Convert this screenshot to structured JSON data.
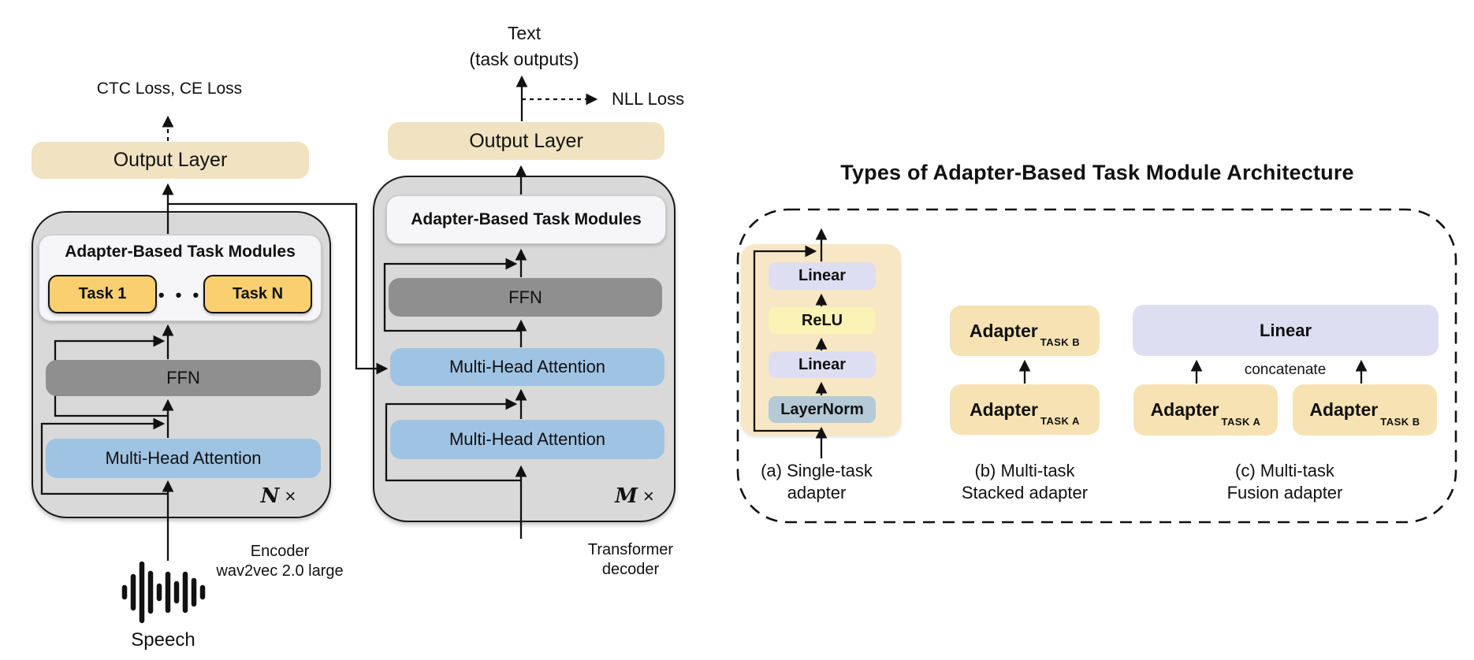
{
  "encoder": {
    "loss_label": "CTC Loss, CE Loss",
    "output_layer": "Output Layer",
    "adapter_panel_title": "Adapter-Based Task Modules",
    "task_first": "Task 1",
    "task_dots": "• • •",
    "task_last": "Task N",
    "ffn": "FFN",
    "mha": "Multi-Head Attention",
    "repeat_letter": "N",
    "repeat_times": "×",
    "caption_line1": "Encoder",
    "caption_line2": "wav2vec 2.0 large",
    "input_label": "Speech"
  },
  "decoder": {
    "output_text_line1": "Text",
    "output_text_line2": "(task outputs)",
    "loss_label": "NLL Loss",
    "output_layer": "Output Layer",
    "adapter_panel_title": "Adapter-Based Task Modules",
    "ffn": "FFN",
    "mha_cross": "Multi-Head Attention",
    "mha_self": "Multi-Head Attention",
    "repeat_letter": "M",
    "repeat_times": "×",
    "caption_line1": "Transformer",
    "caption_line2": "decoder"
  },
  "adapter_types": {
    "title": "Types of Adapter-Based Task Module Architecture",
    "single": {
      "linear_top": "Linear",
      "relu": "ReLU",
      "linear_bottom": "Linear",
      "layernorm": "LayerNorm",
      "caption_line1": "(a) Single-task",
      "caption_line2": "adapter"
    },
    "stacked": {
      "top_box_word": "Adapter",
      "top_box_sub": "TASK B",
      "bottom_box_word": "Adapter",
      "bottom_box_sub": "TASK A",
      "caption_line1": "(b) Multi-task",
      "caption_line2": "Stacked adapter"
    },
    "fusion": {
      "linear": "Linear",
      "concat_label": "concatenate",
      "left_box_word": "Adapter",
      "left_box_sub": "TASK A",
      "right_box_word": "Adapter",
      "right_box_sub": "TASK B",
      "caption_line1": "(c) Multi-task",
      "caption_line2": "Fusion adapter"
    }
  },
  "colors": {
    "box-gray": "#d9d9d9",
    "panel-white": "#f6f6f8",
    "output-beige": "#f1e3c1",
    "task-orange": "#f9cf6f",
    "ffn-gray": "#8f8f8f",
    "mha-blue": "#9fc3e3",
    "adapter-outer-beige": "#f8e7c4",
    "adapter-beige": "#f7e2b3",
    "linear-lavender": "#dedef2",
    "relu-yellow": "#fbf2b6",
    "layernorm-blue": "#b4cad6",
    "line-black": "#111111"
  }
}
